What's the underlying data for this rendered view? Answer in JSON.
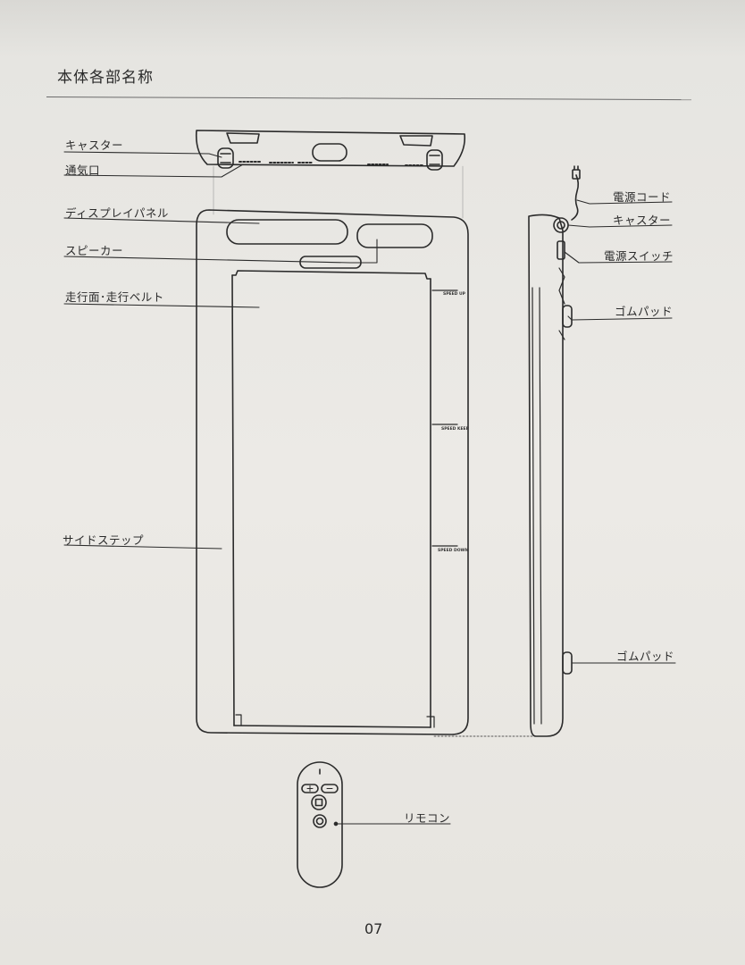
{
  "page": {
    "title": "本体各部名称",
    "number": "07"
  },
  "labels": {
    "caster_top": "キャスター",
    "vent": "通気口",
    "display_panel": "ディスプレイパネル",
    "speaker": "スピーカー",
    "running_surface": "走行面･走行ベルト",
    "side_step": "サイドステップ",
    "power_cord": "電源コード",
    "caster_side": "キャスター",
    "power_switch": "電源スイッチ",
    "rubber_pad_upper": "ゴムパッド",
    "rubber_pad_lower": "ゴムパッド",
    "remote": "リモコン"
  },
  "deck_marks": {
    "speed_up": "SPEED UP",
    "speed_keep": "SPEED KEEP",
    "speed_down": "SPEED DOWN"
  },
  "remote_buttons": {
    "plus": "+",
    "minus": "−"
  }
}
